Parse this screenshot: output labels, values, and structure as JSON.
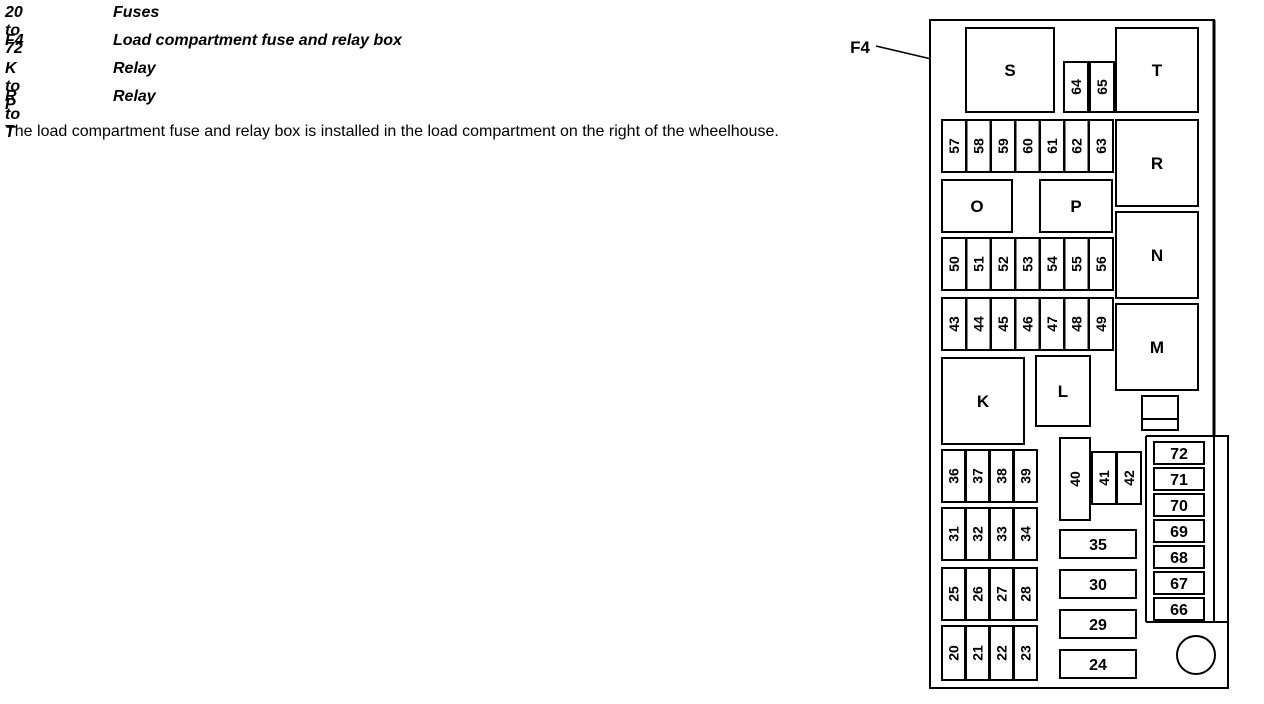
{
  "legend": [
    {
      "key": "20 to 72",
      "desc": "Fuses"
    },
    {
      "key": "F4",
      "desc": "Load compartment fuse and relay box"
    },
    {
      "key": "K to P",
      "desc": "Relay"
    },
    {
      "key": "R to T",
      "desc": "Relay"
    }
  ],
  "note": "The load compartment fuse and relay box is installed in the load compartment on the right of the wheelhouse.",
  "diagram": {
    "box_label": "F4",
    "relays": [
      "S",
      "T",
      "R",
      "O",
      "P",
      "N",
      "M",
      "K",
      "L"
    ],
    "fuses": [
      "20",
      "21",
      "22",
      "23",
      "24",
      "25",
      "26",
      "27",
      "28",
      "29",
      "30",
      "31",
      "32",
      "33",
      "34",
      "35",
      "36",
      "37",
      "38",
      "39",
      "40",
      "41",
      "42",
      "43",
      "44",
      "45",
      "46",
      "47",
      "48",
      "49",
      "50",
      "51",
      "52",
      "53",
      "54",
      "55",
      "56",
      "57",
      "58",
      "59",
      "60",
      "61",
      "62",
      "63",
      "64",
      "65",
      "66",
      "67",
      "68",
      "69",
      "70",
      "71",
      "72"
    ]
  }
}
